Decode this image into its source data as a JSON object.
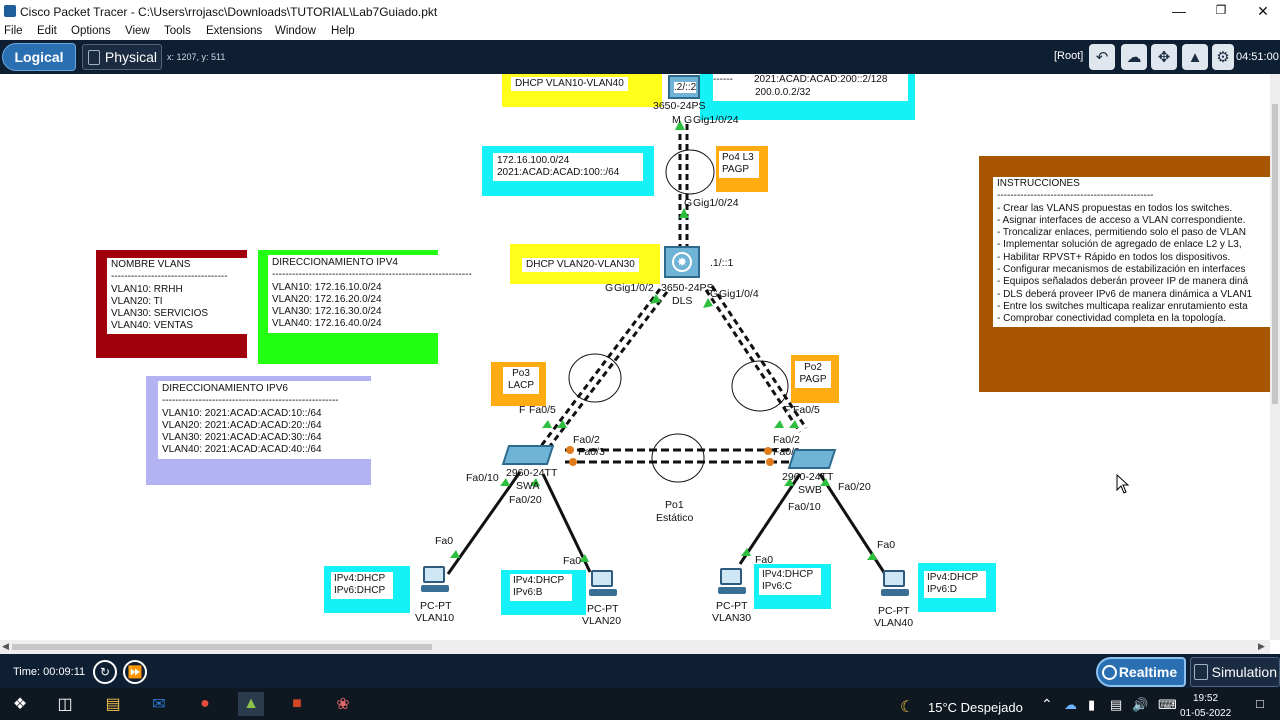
{
  "window": {
    "title": "Cisco Packet Tracer - C:\\Users\\rrojasc\\Downloads\\TUTORIAL\\Lab7Guiado.pkt"
  },
  "menu": [
    "File",
    "Edit",
    "Options",
    "View",
    "Tools",
    "Extensions",
    "Window",
    "Help"
  ],
  "toolbar": {
    "logical": "Logical",
    "physical": "Physical",
    "coords": "x: 1207, y: 511",
    "root": "[Root]",
    "clock": "04:51:00"
  },
  "notes": {
    "dhcp_top": "DHCP VLAN10-VLAN40",
    "ipv6_top_1": "2021:ACAD:ACAD:200::2/128",
    "ipv6_top_2": "200.0.0.2/32",
    "ipv6_top_dashes": "------",
    "link_net_1": "172.16.100.0/24",
    "link_net_2": "2021:ACAD:ACAD:100::/64",
    "po4_1": "Po4 L3",
    "po4_2": "PAGP",
    "dhcp_dls": "DHCP VLAN20-VLAN30",
    "po3_1": "Po3",
    "po3_2": "LACP",
    "po2_1": "Po2",
    "po2_2": "PAGP",
    "po1_1": "Po1",
    "po1_2": "Estático",
    "nombre_vlans": "NOMBRE VLANS\n-----------------------------------\nVLAN10: RRHH\nVLAN20: TI\nVLAN30: SERVICIOS\nVLAN40: VENTAS",
    "dir_ipv4": "DIRECCIONAMIENTO IPV4\n------------------------------------------------------------\nVLAN10: 172.16.10.0/24\nVLAN20: 172.16.20.0/24\nVLAN30: 172.16.30.0/24\nVLAN40: 172.16.40.0/24",
    "dir_ipv6": "DIRECCIONAMIENTO IPV6\n-----------------------------------------------------\nVLAN10: 2021:ACAD:ACAD:10::/64\nVLAN20: 2021:ACAD:ACAD:20::/64\nVLAN30: 2021:ACAD:ACAD:30::/64\nVLAN40: 2021:ACAD:ACAD:40::/64",
    "instrucciones": "INSTRUCCIONES\n-----------------------------------------------\n- Crear las VLANS propuestas en todos los switches.\n- Asignar interfaces de acceso a VLAN correspondiente.\n- Troncalizar enlaces, permitiendo solo el paso de VLAN\n- Implementar solución de agregado de enlace L2 y L3, \n- Habilitar RPVST+ Rápido en todos los dispositivos.\n- Configurar mecanismos de estabilización en interfaces\n- Equipos señalados deberán proveer IP de manera diná\n- DLS deberá proveer IPv6 de manera dinámica a VLAN1\n- Entre los switches multicapa realizar enrutamiento esta\n- Comprobar conectividad completa en la topología.",
    "pc1": "IPv4:DHCP\nIPv6:DHCP",
    "pc2": "IPv4:DHCP\nIPv6:B",
    "pc3": "IPv4:DHCP\nIPv6:C",
    "pc4": "IPv4:DHCP\nIPv6:D"
  },
  "devices": {
    "ms_top": {
      "model": "3650-24PS",
      "name": "M",
      "addr": ".2/::2",
      "port_down": "Gig1/0/24"
    },
    "dls": {
      "model": "3650-24PS",
      "name": "DLS",
      "addr": ".1/::1",
      "port_up": "Gig1/0/24",
      "port_left": "Gig1/0/2",
      "port_right": "Gig1/0/4"
    },
    "swa": {
      "model": "2960-24TT",
      "name": "SWA",
      "p_up": "Fa0/5",
      "p_up_cut": "F",
      "p_r1": "Fa0/2",
      "p_r2": "Fa0/3",
      "p_left": "Fa0/10",
      "p_down": "Fa0/20"
    },
    "swb": {
      "model": "2960-24TT",
      "name": "SWB",
      "p_up": "Fa0/5",
      "p_up_cut": "F",
      "p_l1": "Fa0/2",
      "p_l2": "Fa0/3",
      "p_left": "Fa0/10",
      "p_right": "Fa0/20"
    },
    "pcs": [
      {
        "type": "PC-PT",
        "name": "VLAN10",
        "port": "Fa0"
      },
      {
        "type": "PC-PT",
        "name": "VLAN20",
        "port": "Fa0"
      },
      {
        "type": "PC-PT",
        "name": "VLAN30",
        "port": "Fa0"
      },
      {
        "type": "PC-PT",
        "name": "VLAN40",
        "port": "Fa0"
      }
    ],
    "cut_g": "G"
  },
  "status": {
    "time": "Time: 00:09:11",
    "realtime": "Realtime",
    "simulation": "Simulation"
  },
  "taskbar": {
    "weather": "15°C Despejado",
    "time": "19:52",
    "date": "01-05-2022"
  },
  "colors": {
    "yellow": "#ffff19",
    "cyan": "#15f2f7",
    "orange": "#ffab12",
    "red": "#a0000c",
    "green": "#22ff12",
    "lavender": "#b3b3f4",
    "brown": "#a85500"
  }
}
